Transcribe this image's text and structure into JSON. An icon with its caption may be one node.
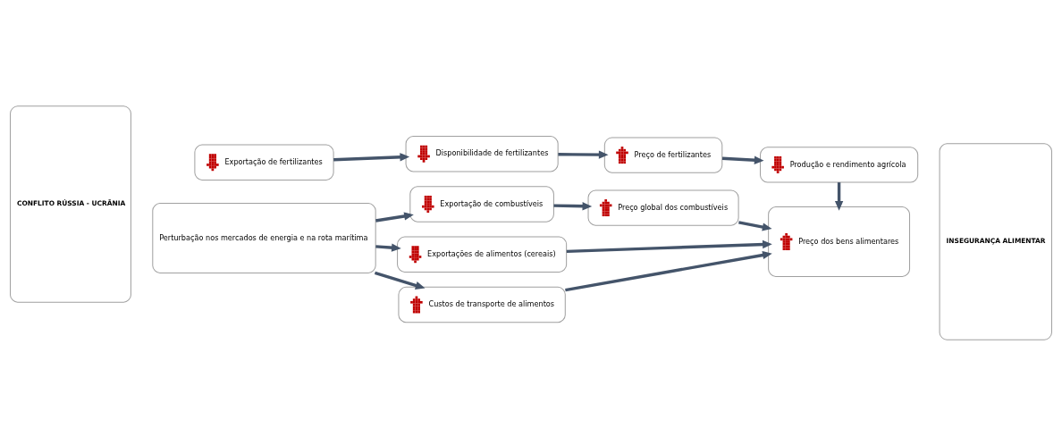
{
  "diagram": {
    "nodes": [
      {
        "text": [
          "CONFLITO RÚSSIA - UCRÂNIA"
        ]
      },
      {
        "text": [
          "INSEGURANÇA ALIMENTAR"
        ]
      },
      {
        "text": [
          "Perturbação nos mercados de energia e na rota marítima"
        ]
      },
      {
        "text": [
          "Exportações de alimentos (cereais)"
        ]
      },
      {
        "text": [
          "Custos de transporte de alimentos"
        ]
      },
      {
        "text": [
          "Preço dos bens alimentares"
        ]
      },
      {
        "text": [
          "Exportação de combustíveis"
        ]
      },
      {
        "text": [
          "Preço global dos combustíveis"
        ]
      },
      {
        "text": [
          "Exportação de fertilizantes"
        ]
      },
      {
        "text": [
          "Disponibilidade de fertilizantes"
        ]
      },
      {
        "text": [
          "Preço de fertilizantes"
        ]
      },
      {
        "text": [
          "Produção e rendimento agrícola"
        ]
      }
    ],
    "edges": [
      {
        "from": 2,
        "to": 3,
        "arrow": "to"
      },
      {
        "from": 2,
        "to": 4,
        "arrow": "to"
      },
      {
        "from": 2,
        "to": 6,
        "arrow": "to"
      },
      {
        "from": 3,
        "to": 5,
        "arrow": "to"
      },
      {
        "from": 4,
        "to": 5,
        "arrow": "to"
      },
      {
        "from": 6,
        "to": 7,
        "arrow": "to"
      },
      {
        "from": 7,
        "to": 5,
        "arrow": "to"
      },
      {
        "from": 8,
        "to": 9,
        "arrow": "to"
      },
      {
        "from": 9,
        "to": 10,
        "arrow": "to"
      },
      {
        "from": 10,
        "to": 11,
        "arrow": "to"
      },
      {
        "from": 11,
        "to": 5,
        "arrow": "to"
      }
    ]
  }
}
